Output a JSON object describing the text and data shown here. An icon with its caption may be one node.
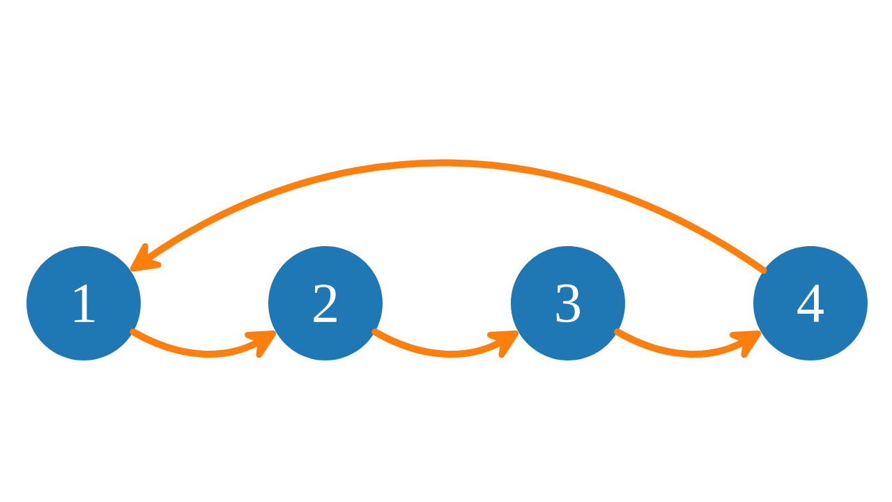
{
  "diagram": {
    "nodes": [
      {
        "text": [
          "1"
        ]
      },
      {
        "text": [
          "2"
        ]
      },
      {
        "text": [
          "3"
        ]
      },
      {
        "text": [
          "4"
        ]
      }
    ],
    "edges": [
      {
        "from": 0,
        "to": 1,
        "arrow": "to"
      },
      {
        "from": 1,
        "to": 2,
        "arrow": "to"
      },
      {
        "from": 2,
        "to": 3,
        "arrow": "to"
      },
      {
        "from": 3,
        "to": 0,
        "arrow": "to"
      }
    ]
  }
}
